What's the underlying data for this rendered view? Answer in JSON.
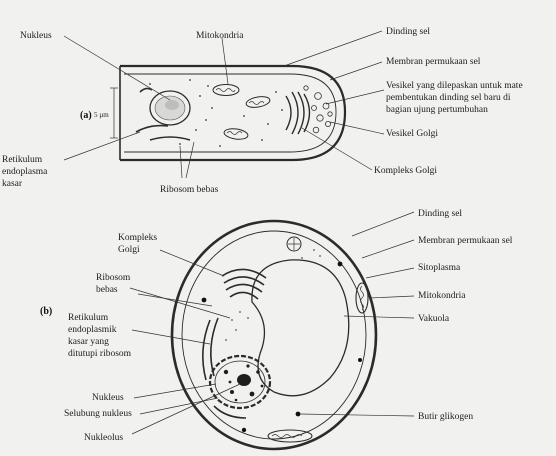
{
  "figure_a": {
    "tag": "(a)",
    "scale": "5 µm",
    "labels": {
      "nukleus": "Nukleus",
      "mitokondria": "Mitokondria",
      "dinding_sel": "Dinding sel",
      "membran": "Membran permukaan sel",
      "vesikel1": "Vesikel yang dilepaskan untuk mate",
      "vesikel2": "pembentukan dinding sel baru di",
      "vesikel3": "bagian ujung pertumbuhan",
      "vesikel_golgi": "Vesikel Golgi",
      "kompleks_golgi": "Kompleks Golgi",
      "ribosom_bebas": "Ribosom bebas",
      "retikulum1": "Retikulum",
      "retikulum2": "endoplasma",
      "retikulum3": "kasar"
    }
  },
  "figure_b": {
    "tag": "(b)",
    "labels": {
      "dinding_sel": "Dinding sel",
      "membran": "Membran permukaan sel",
      "sitoplasma": "Sitoplasma",
      "mitokondria": "Mitokondria",
      "vakuola": "Vakuola",
      "kompleks1": "Kompleks",
      "kompleks2": "Golgi",
      "ribosom1": "Ribosom",
      "ribosom2": "bebas",
      "retikulum1": "Retikulum",
      "retikulum2": "endoplasmik",
      "retikulum3": "kasar yang",
      "retikulum4": "ditutupi ribosom",
      "nukleus": "Nukleus",
      "selubung": "Selubung nukleus",
      "nukleolus": "Nukleolus",
      "butir": "Butir glikogen"
    }
  }
}
